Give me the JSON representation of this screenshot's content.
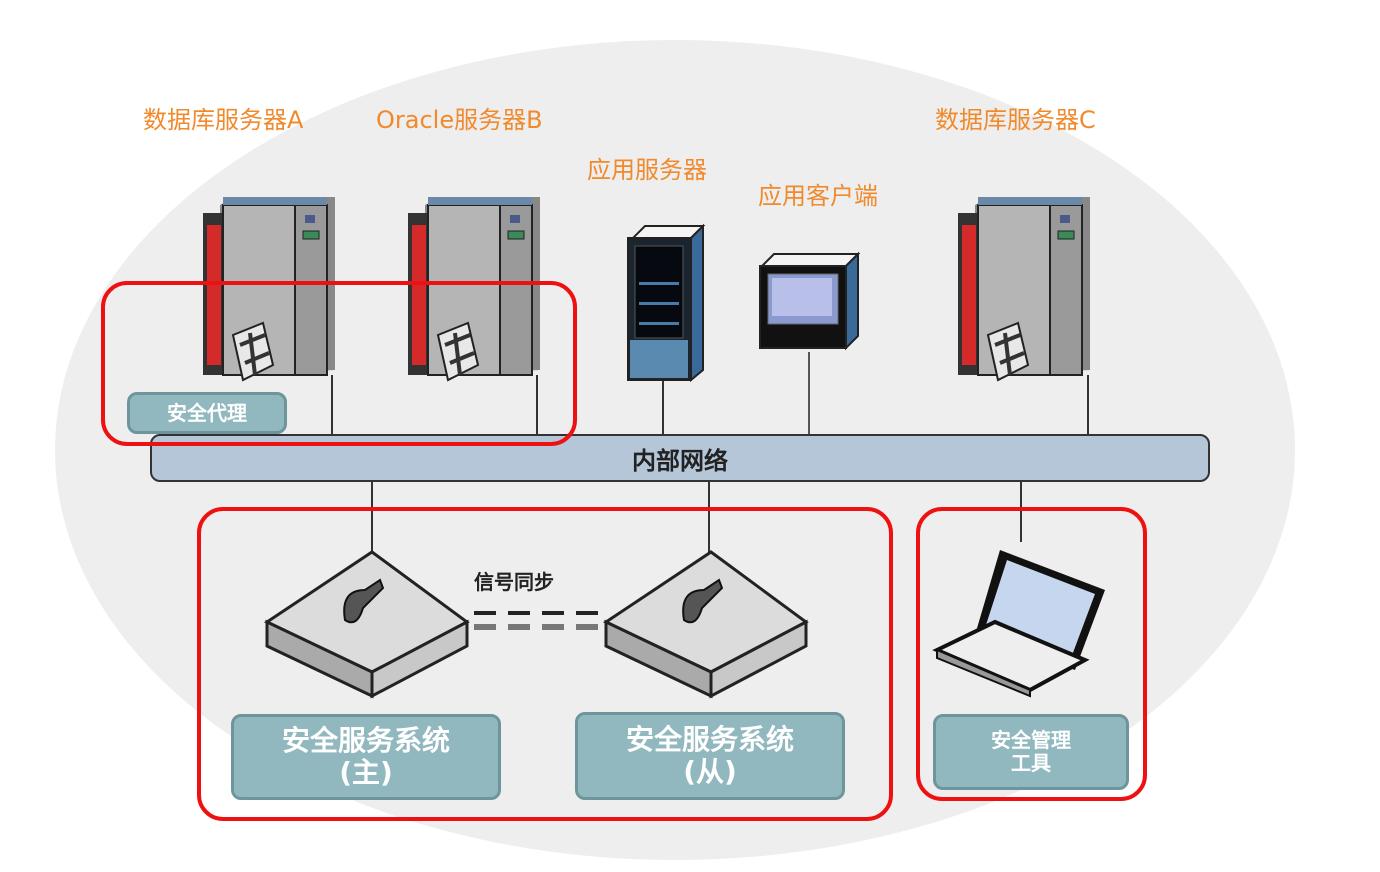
{
  "title": "安全服务系统网络部署示意图",
  "devices": {
    "db_server_a": {
      "label": "数据库服务器A"
    },
    "oracle_server_b": {
      "label": "Oracle服务器B"
    },
    "app_server": {
      "label": "应用服务器"
    },
    "app_client": {
      "label": "应用客户端"
    },
    "db_server_c": {
      "label": "数据库服务器C"
    }
  },
  "network": {
    "label": "内部网络"
  },
  "agent": {
    "label": "安全代理"
  },
  "sync": {
    "label": "信号同步"
  },
  "security_master": {
    "line1": "安全服务系统",
    "line2": "(主)"
  },
  "security_slave": {
    "line1": "安全服务系统",
    "line2": "(从)"
  },
  "management_tool": {
    "line1": "安全管理",
    "line2": "工具"
  },
  "colors": {
    "highlight_border": "#ee1111",
    "device_label": "#f08a2c",
    "tag_fill": "#91b8bf",
    "network_fill": "#b4c6d8"
  }
}
